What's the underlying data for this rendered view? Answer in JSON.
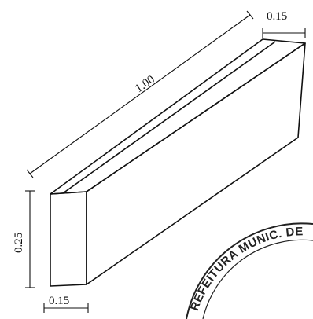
{
  "diagram": {
    "dimensions": {
      "length": "1.00",
      "width_top": "0.15",
      "height": "0.25",
      "width_bottom": "0.15"
    },
    "stamp": {
      "text": "REFEITURA MUNIC. DE"
    }
  }
}
